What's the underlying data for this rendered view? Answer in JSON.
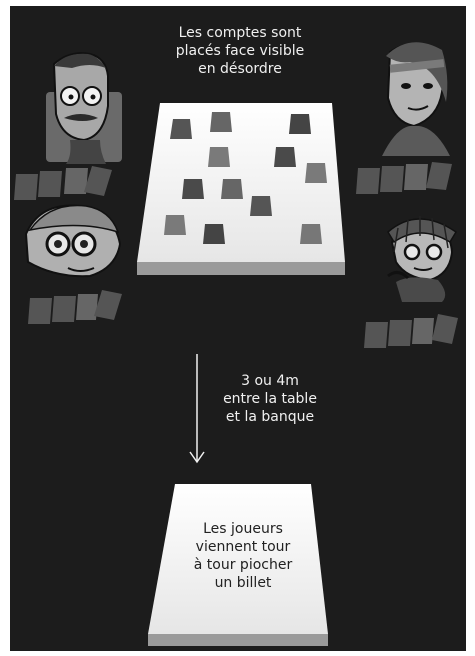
{
  "texts": {
    "top_caption": "Les comptes sont\nplacés face visible\nen désordre",
    "arrow_caption": "3 ou 4m\nentre la table\net la banque",
    "bank_caption": "Les joueurs\nviennent tour\nà tour piocher\nun billet"
  },
  "icons": {
    "player_top_left": "player-glasses-mustache-icon",
    "player_bottom_left": "player-goggles-icon",
    "player_top_right": "player-woman-headband-icon",
    "player_bottom_right": "player-helmet-icon",
    "arrow": "down-arrow-icon"
  },
  "colors": {
    "background": "#1c1c1c",
    "table_top": "#f4f4f4",
    "table_edge": "#9a9a9a",
    "card_dark": "#4a4a4a",
    "card_light": "#7a7a7a",
    "text": "#f0f0f0"
  }
}
